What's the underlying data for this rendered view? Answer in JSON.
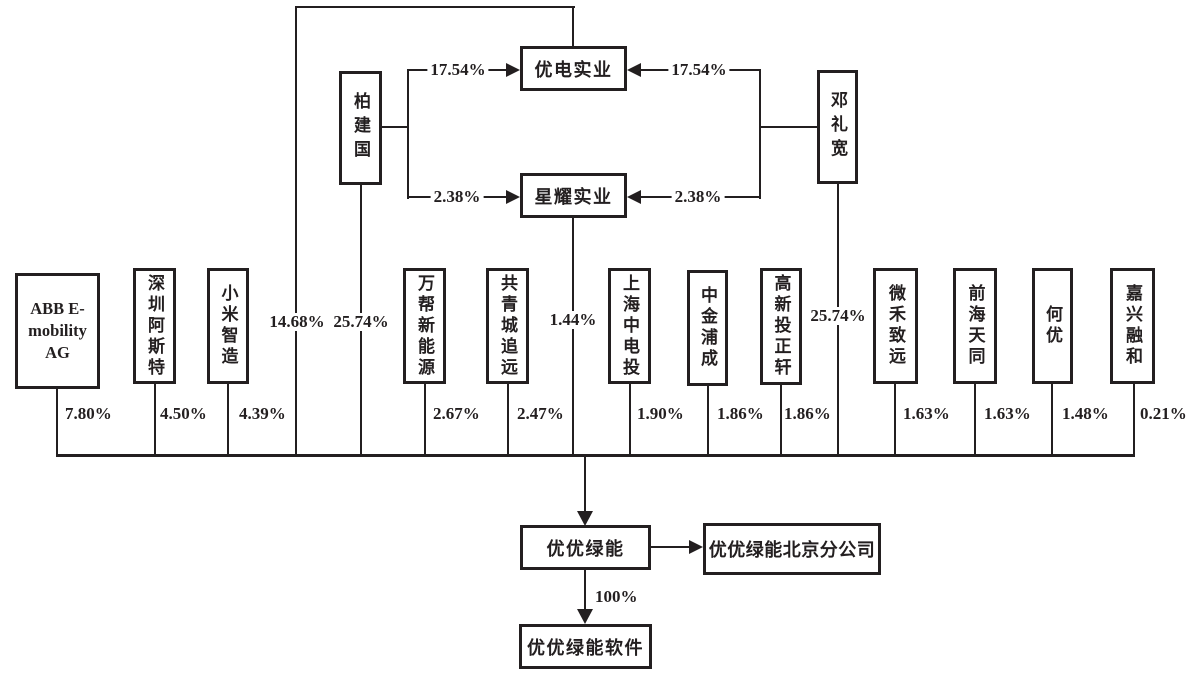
{
  "colors": {
    "ink": "#231f20",
    "background": "#ffffff"
  },
  "entities": {
    "youdian": "优电实业",
    "xingyao": "星耀实业",
    "bai": "柏建国",
    "deng": "邓礼宽",
    "main_company": "优优绿能",
    "branch_company": "优优绿能北京分公司",
    "software_company": "优优绿能软件"
  },
  "equity_links": {
    "bai_to_youdian": "17.54%",
    "bai_to_xingyao": "2.38%",
    "deng_to_youdian": "17.54%",
    "deng_to_xingyao": "2.38%"
  },
  "bus_links": {
    "youdian_line": "14.68%",
    "bai_line": "25.74%",
    "xingyao_line": "1.44%",
    "deng_line": "25.74%"
  },
  "subsidiary_link": {
    "pct": "100%"
  },
  "shareholders": [
    {
      "name": "ABB E-\nmobility\nAG",
      "pct": "7.80%"
    },
    {
      "name": "深圳阿斯特",
      "pct": "4.50%"
    },
    {
      "name": "小米智造",
      "pct": "4.39%"
    },
    {
      "name": "万帮新能源",
      "pct": "2.67%"
    },
    {
      "name": "共青城追远",
      "pct": "2.47%"
    },
    {
      "name": "上海中电投",
      "pct": "1.90%"
    },
    {
      "name": "中金浦成",
      "pct": "1.86%"
    },
    {
      "name": "高新投正轩",
      "pct": "1.86%"
    },
    {
      "name": "微禾致远",
      "pct": "1.63%"
    },
    {
      "name": "前海天同",
      "pct": "1.63%"
    },
    {
      "name": "何优",
      "pct": "1.48%"
    },
    {
      "name": "嘉兴融和",
      "pct": "0.21%"
    }
  ]
}
